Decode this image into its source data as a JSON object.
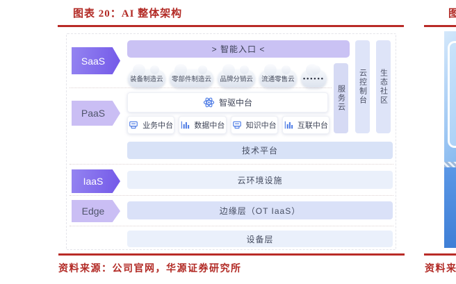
{
  "page": {
    "title": "图表 20：AI 整体架构",
    "source": "资料来源：公司官网，华源证券研究所",
    "accent_red": "#B22A25"
  },
  "diagram": {
    "banner_label": "> 智能入口 <",
    "layers": [
      {
        "label": "SaaS"
      },
      {
        "label": "PaaS"
      },
      {
        "label": "IaaS"
      },
      {
        "label": "Edge"
      }
    ],
    "clouds": [
      {
        "label": "装备制造云"
      },
      {
        "label": "零部件制造云"
      },
      {
        "label": "品牌分销云"
      },
      {
        "label": "流通零售云"
      },
      {
        "label": "••••••"
      }
    ],
    "ai_platform": {
      "label": "智驱中台",
      "icon": "atom-icon"
    },
    "middle_platforms": [
      {
        "label": "业务中台",
        "icon": "printer-icon"
      },
      {
        "label": "数据中台",
        "icon": "bar-chart-icon"
      },
      {
        "label": "知识中台",
        "icon": "printer-icon"
      },
      {
        "label": "互联中台",
        "icon": "bar-chart-icon"
      }
    ],
    "stack_bars": [
      {
        "label": "技术平台"
      },
      {
        "label": "云环境设施"
      },
      {
        "label": "边缘层（OT IaaS）"
      },
      {
        "label": "设备层"
      }
    ],
    "side_bars": [
      {
        "label": "服务云"
      },
      {
        "label": "云控制台"
      },
      {
        "label": "生态社区"
      }
    ],
    "colors": {
      "layer_dark_purple": "#7A5FE8",
      "layer_light_purple": "#CABEF4",
      "banner_purple": "#CAC2F4",
      "side_bar_lavender": "#DCE1F7",
      "bar_blue": "#D8E2F7",
      "bar_blue_light": "#EAF0FB",
      "icon_blue": "#4D7BE5"
    }
  },
  "right_column_fragment": {
    "title_fragment": "图",
    "source_fragment": "资料来源"
  }
}
